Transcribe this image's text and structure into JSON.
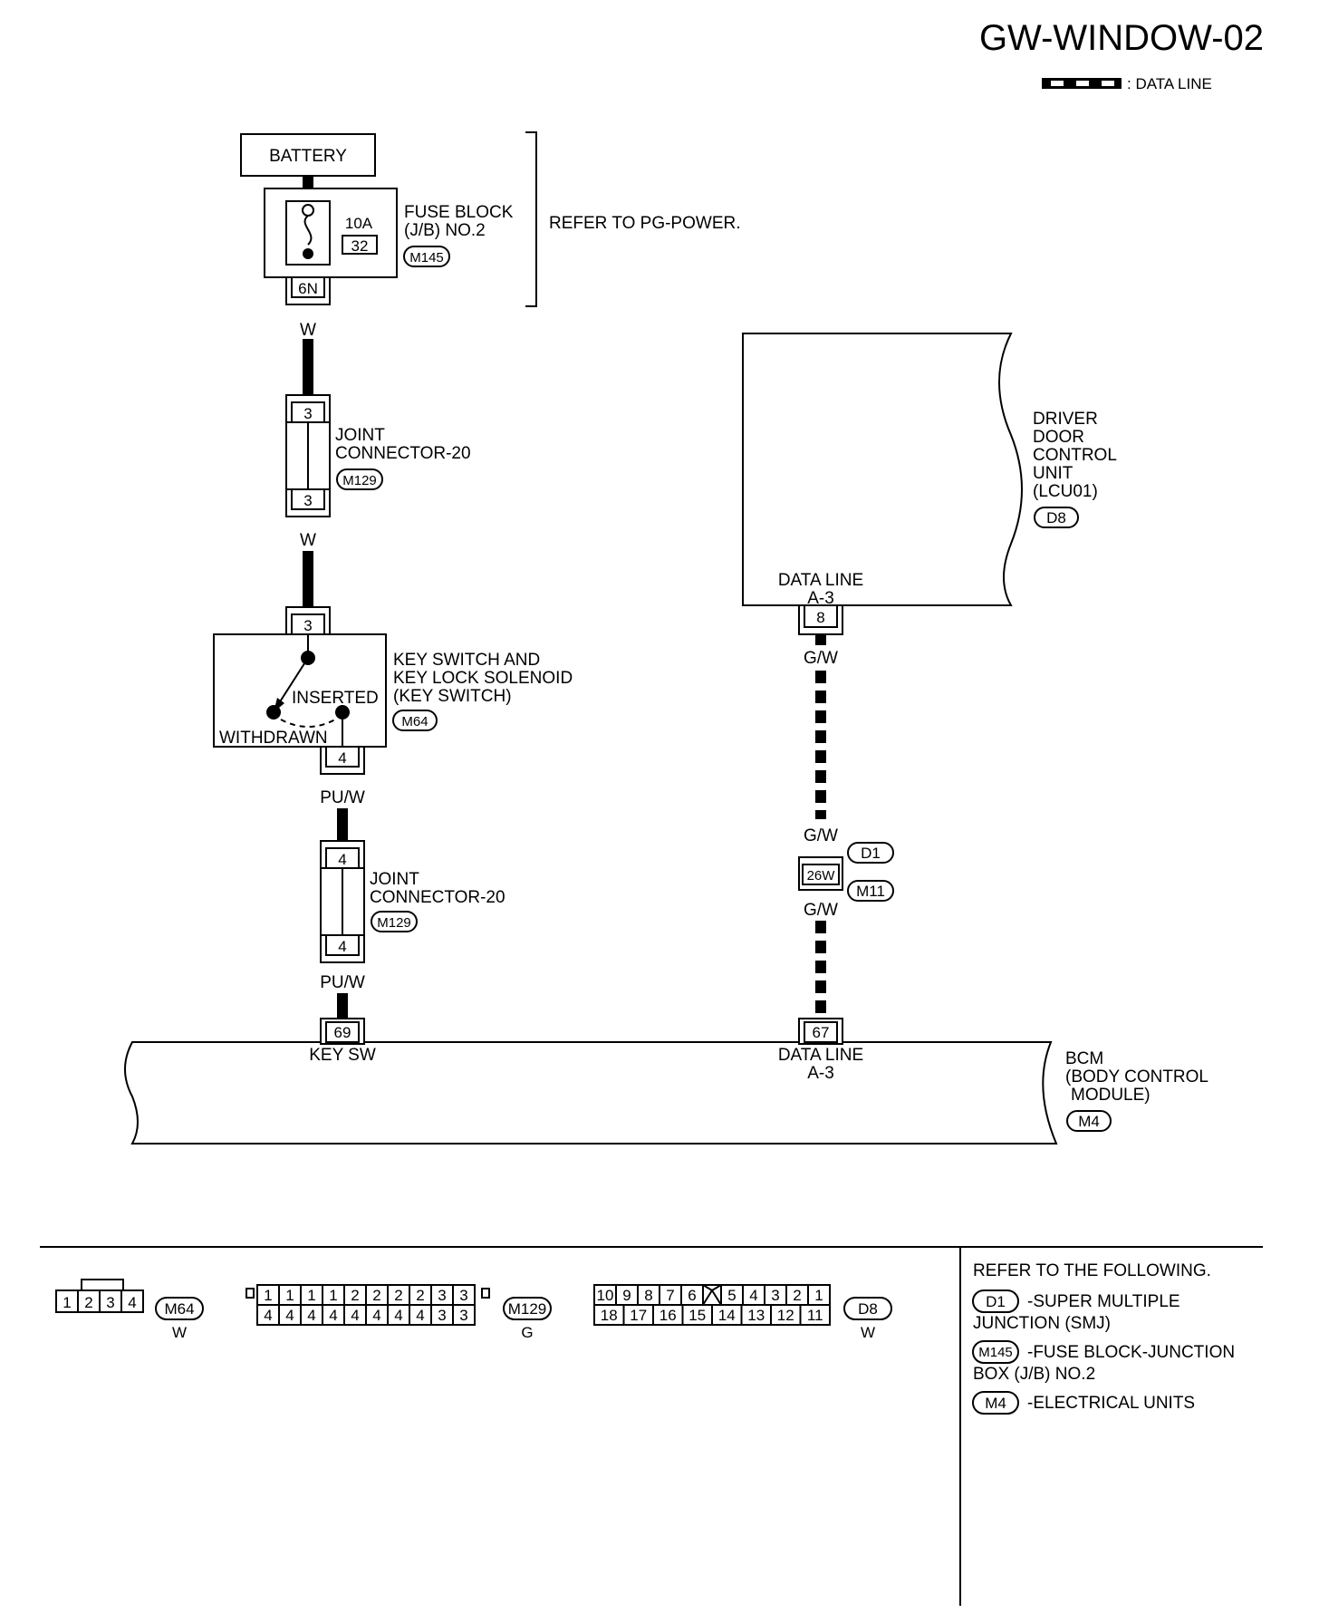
{
  "page": {
    "title": "GW-WINDOW-02",
    "legend": {
      "data_line_label": ": DATA LINE"
    }
  },
  "battery": {
    "label": "BATTERY"
  },
  "fuse_block": {
    "label_line1": "FUSE BLOCK",
    "label_line2": "(J/B) NO.2",
    "connector_id": "M145",
    "fuse_rating": "10A",
    "fuse_number": "32",
    "terminal": "6N",
    "refer_text": "REFER TO PG-POWER."
  },
  "wire_w_1": "W",
  "joint_connector_a": {
    "label_line1": "JOINT",
    "label_line2": "CONNECTOR-20",
    "connector_id": "M129",
    "terminal_top": "3",
    "terminal_bottom": "3"
  },
  "wire_w_2": "W",
  "key_switch": {
    "terminal_top": "3",
    "label_line1": "KEY SWITCH AND",
    "label_line2": "KEY LOCK SOLENOID",
    "label_line3": "(KEY SWITCH)",
    "connector_id": "M64",
    "inserted_label": "INSERTED",
    "withdrawn_label": "WITHDRAWN",
    "terminal_bottom": "4"
  },
  "wire_puw_1": "PU/W",
  "joint_connector_b": {
    "label_line1": "JOINT",
    "label_line2": "CONNECTOR-20",
    "connector_id": "M129",
    "terminal_top": "4",
    "terminal_bottom": "4"
  },
  "wire_puw_2": "PU/W",
  "driver_door_unit": {
    "label_line1": "DRIVER",
    "label_line2": "DOOR",
    "label_line3": "CONTROL",
    "label_line4": "UNIT",
    "label_line5": "(LCU01)",
    "connector_id": "D8",
    "pin_label_line1": "DATA LINE",
    "pin_label_line2": "A-3",
    "terminal": "8"
  },
  "wire_gw_1": "G/W",
  "wire_gw_2": "G/W",
  "smj": {
    "terminal": "26W",
    "connector_top": "D1",
    "connector_bottom": "M11"
  },
  "wire_gw_3": "G/W",
  "bcm": {
    "label_line1": "BCM",
    "label_line2": "(BODY CONTROL",
    "label_line3": "MODULE)",
    "connector_id": "M4",
    "pin_key_sw_terminal": "69",
    "pin_key_sw_label": "KEY SW",
    "pin_data_terminal": "67",
    "pin_data_label_line1": "DATA LINE",
    "pin_data_label_line2": "A-3"
  },
  "connector_views": {
    "m64": {
      "id": "M64",
      "color": "W",
      "pins": [
        "1",
        "2",
        "3",
        "4"
      ]
    },
    "m129": {
      "id": "M129",
      "color": "G",
      "top_row": [
        "1",
        "1",
        "1",
        "1",
        "2",
        "2",
        "2",
        "2",
        "3",
        "3"
      ],
      "bottom_row": [
        "4",
        "4",
        "4",
        "4",
        "4",
        "4",
        "4",
        "4",
        "3",
        "3"
      ]
    },
    "d8": {
      "id": "D8",
      "color": "W",
      "top_row": [
        "10",
        "9",
        "8",
        "7",
        "6",
        "5",
        "4",
        "3",
        "2",
        "1"
      ],
      "bottom_row": [
        "18",
        "17",
        "16",
        "15",
        "14",
        "13",
        "12",
        "11"
      ]
    }
  },
  "references": {
    "header": "REFER TO THE FOLLOWING.",
    "items": [
      {
        "id": "D1",
        "line1": "-SUPER MULTIPLE",
        "line2": "JUNCTION (SMJ)"
      },
      {
        "id": "M145",
        "line1": "-FUSE BLOCK-JUNCTION",
        "line2": "BOX (J/B) NO.2"
      },
      {
        "id": "M4",
        "line1": "-ELECTRICAL UNITS",
        "line2": ""
      }
    ]
  }
}
